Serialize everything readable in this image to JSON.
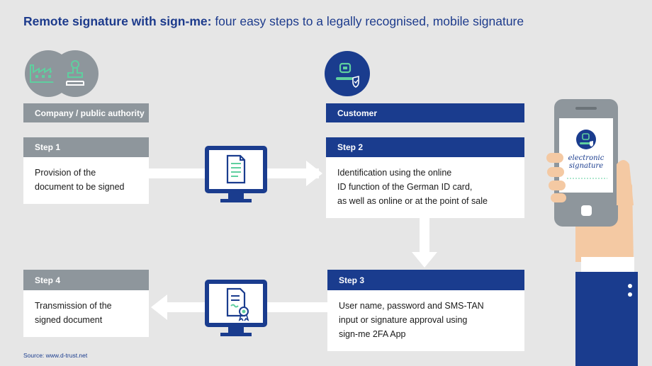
{
  "title": {
    "bold": "Remote signature with sign-me:",
    "rest": " four easy steps to a legally recognised, mobile signature"
  },
  "columns": {
    "company": "Company / public authority",
    "customer": "Customer"
  },
  "steps": [
    {
      "label": "Step 1",
      "text": [
        "Provision of the",
        "document to be signed"
      ]
    },
    {
      "label": "Step 2",
      "text": [
        "Identification using the online",
        "ID function of the German ID card,",
        "as well as online or at the point of sale"
      ]
    },
    {
      "label": "Step 3",
      "text": [
        "User name, password and SMS-TAN",
        "input or signature approval using",
        "sign-me 2FA App"
      ]
    },
    {
      "label": "Step 4",
      "text": [
        "Transmission of the",
        "signed document"
      ]
    }
  ],
  "phone": {
    "line1": "electronic",
    "line2": "signature"
  },
  "source": "Source: www.d-trust.net",
  "colors": {
    "navy": "#1a3c8e",
    "grey": "#8e969c",
    "green": "#5fcf9f",
    "background": "#e6e6e6"
  },
  "icons": [
    "factory-icon",
    "stamp-icon",
    "customer-shield-icon",
    "monitor-document-icon",
    "monitor-certificate-icon",
    "phone-hand-icon"
  ]
}
